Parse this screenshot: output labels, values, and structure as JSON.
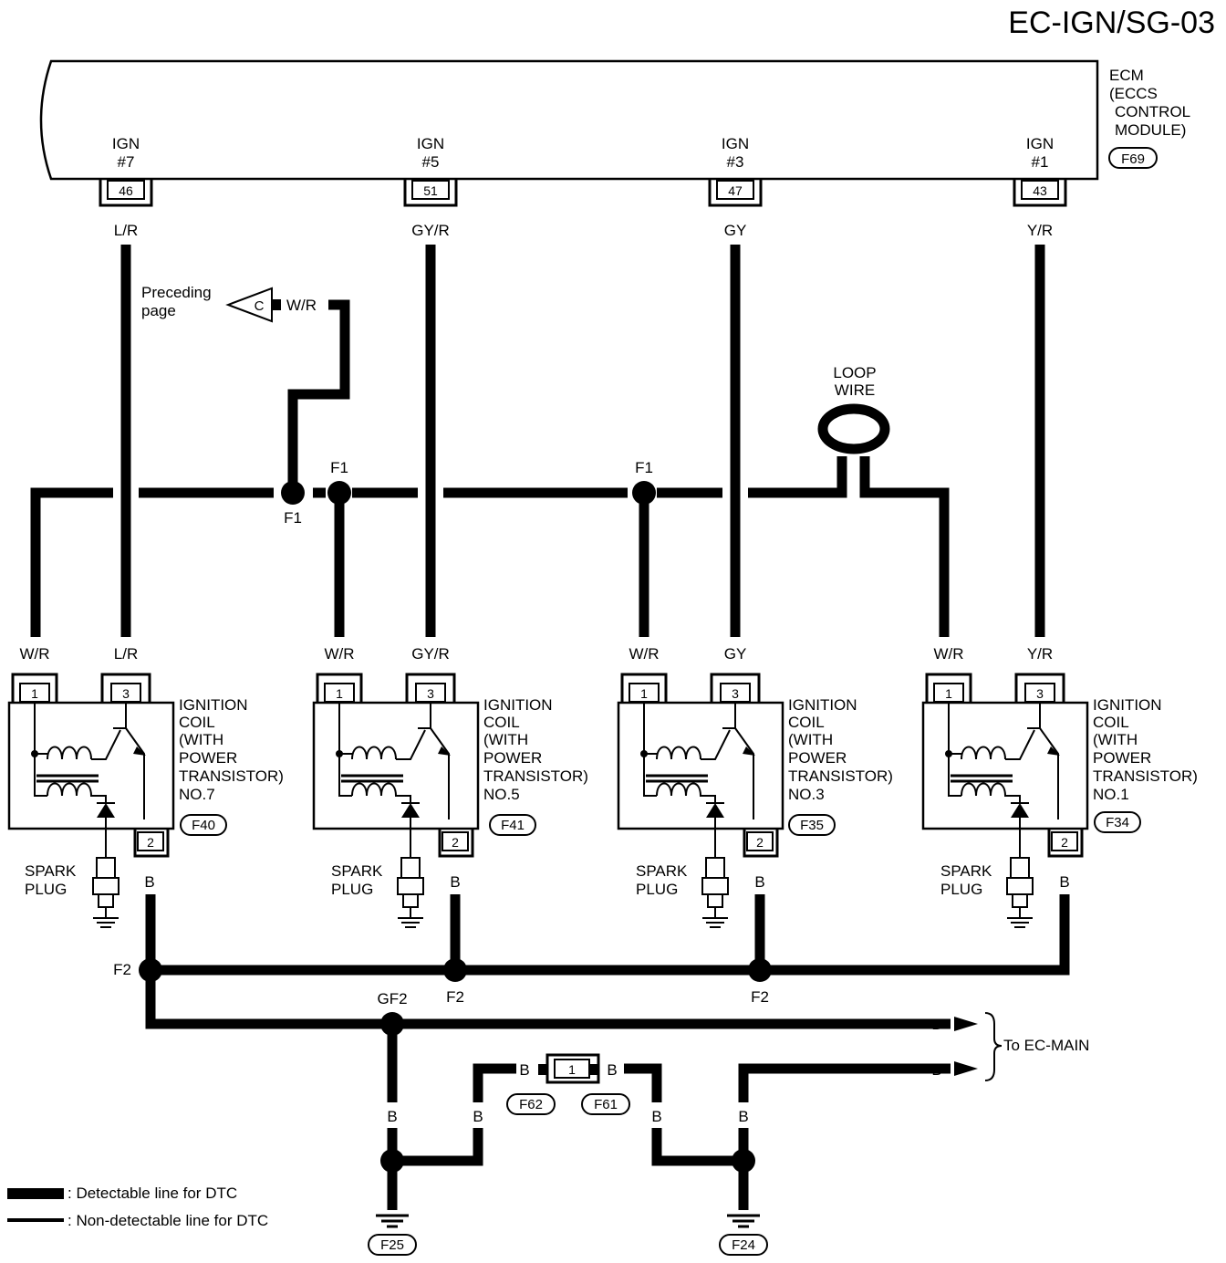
{
  "page_id": "EC-IGN/SG-03",
  "ecm": {
    "label_lines": [
      "ECM",
      "(ECCS",
      "CONTROL",
      "MODULE)"
    ],
    "connector": "F69",
    "terminals": [
      {
        "ign_line1": "IGN",
        "ign_line2": "#7",
        "pin": "46",
        "wire": "L/R"
      },
      {
        "ign_line1": "IGN",
        "ign_line2": "#5",
        "pin": "51",
        "wire": "GY/R"
      },
      {
        "ign_line1": "IGN",
        "ign_line2": "#3",
        "pin": "47",
        "wire": "GY"
      },
      {
        "ign_line1": "IGN",
        "ign_line2": "#1",
        "pin": "43",
        "wire": "Y/R"
      }
    ]
  },
  "preceding": {
    "line1": "Preceding",
    "line2": "page",
    "connector_letter": "C",
    "wire": "W/R"
  },
  "loop_wire": {
    "line1": "LOOP",
    "line2": "WIRE"
  },
  "splices": {
    "f1": "F1",
    "f2": "F2",
    "gf2": "GF2"
  },
  "coils": [
    {
      "label_lines": [
        "IGNITION",
        "COIL",
        "(WITH",
        " POWER",
        " TRANSISTOR)",
        " NO.7"
      ],
      "connector": "F40",
      "pin1": "1",
      "pin2": "2",
      "pin3": "3",
      "wire_pin1": "W/R",
      "wire_pin3": "L/R",
      "wire_pin2": "B",
      "spark_plug_line1": "SPARK",
      "spark_plug_line2": "PLUG"
    },
    {
      "label_lines": [
        "IGNITION",
        "COIL",
        "(WITH",
        " POWER",
        " TRANSISTOR)",
        " NO.5"
      ],
      "connector": "F41",
      "pin1": "1",
      "pin2": "2",
      "pin3": "3",
      "wire_pin1": "W/R",
      "wire_pin3": "GY/R",
      "wire_pin2": "B",
      "spark_plug_line1": "SPARK",
      "spark_plug_line2": "PLUG"
    },
    {
      "label_lines": [
        "IGNITION",
        "COIL",
        "(WITH",
        " POWER",
        " TRANSISTOR)",
        " NO.3"
      ],
      "connector": "F35",
      "pin1": "1",
      "pin2": "2",
      "pin3": "3",
      "wire_pin1": "W/R",
      "wire_pin3": "GY",
      "wire_pin2": "B",
      "spark_plug_line1": "SPARK",
      "spark_plug_line2": "PLUG"
    },
    {
      "label_lines": [
        "IGNITION",
        "COIL",
        "(WITH",
        " POWER",
        " TRANSISTOR)",
        " NO.1"
      ],
      "connector": "F34",
      "pin1": "1",
      "pin2": "2",
      "pin3": "3",
      "wire_pin1": "W/R",
      "wire_pin3": "Y/R",
      "wire_pin2": "B",
      "spark_plug_line1": "SPARK",
      "spark_plug_line2": "PLUG"
    }
  ],
  "ground_section": {
    "wire_color": "B",
    "to_ec_main": "To EC-MAIN",
    "inline_connector_pin": "1",
    "connector_left": "F62",
    "connector_right": "F61",
    "ground_left": "F25",
    "ground_right": "F24"
  },
  "legend": [
    {
      "symbol": "thick",
      "text": ": Detectable line for DTC"
    },
    {
      "symbol": "thin",
      "text": ": Non-detectable line for DTC"
    }
  ]
}
